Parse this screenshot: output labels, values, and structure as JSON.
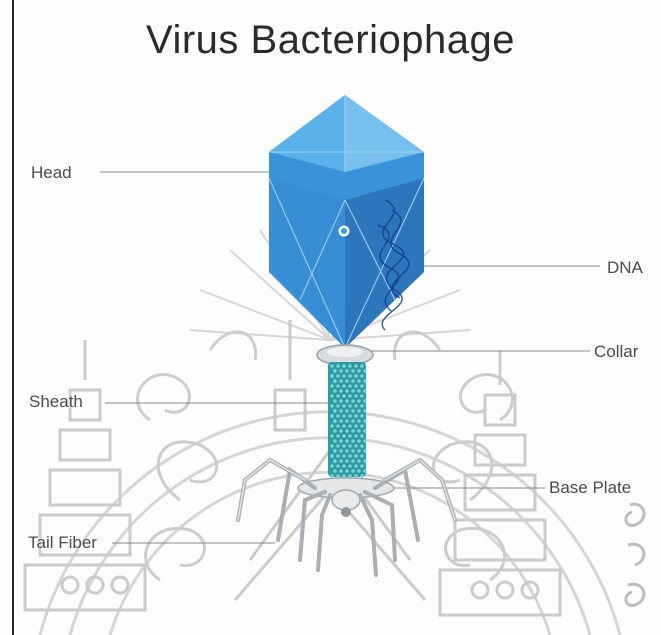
{
  "title": "Virus Bacteriophage",
  "labels": {
    "head": "Head",
    "dna": "DNA",
    "collar": "Collar",
    "sheath": "Sheath",
    "base_plate": "Base Plate",
    "tail_fiber": "Tail Fiber"
  },
  "colors": {
    "capsid": "#2f8ed0",
    "capsid_dark": "#1f5ea8",
    "sheath": "#2b9aa2",
    "collar": "#cfd3d6",
    "leader_line": "#8a8a8a",
    "watermark": "#c9c9c9"
  }
}
